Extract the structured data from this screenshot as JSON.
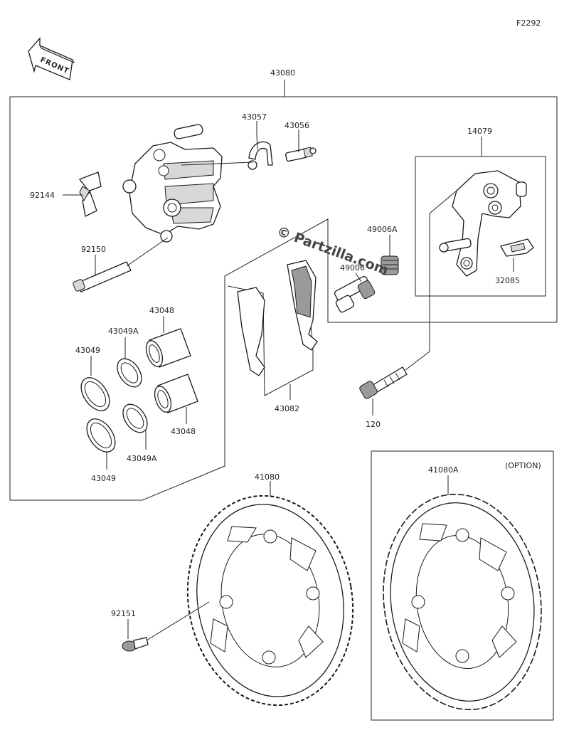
{
  "figure_code": "F2292",
  "front_marker": "FRONT",
  "watermark": "© Partzilla.com",
  "option_label": "(OPTION)",
  "parts": {
    "caliper_assy": "43080",
    "bracket_assy": "14079",
    "cap": "43057",
    "bleeder": "43056",
    "seal_a": "49006A",
    "seal": "49006",
    "clip": "92144",
    "pin": "92150",
    "spring": "32085",
    "piston_upper": "43048",
    "piston_lower": "43048",
    "seal_a_upper": "43049A",
    "seal_a_lower": "43049A",
    "seal_upper": "43049",
    "seal_lower": "43049",
    "pad_assy": "43082",
    "bolt": "120",
    "disc": "41080",
    "disc_option": "41080A",
    "disc_bolt": "92151"
  }
}
